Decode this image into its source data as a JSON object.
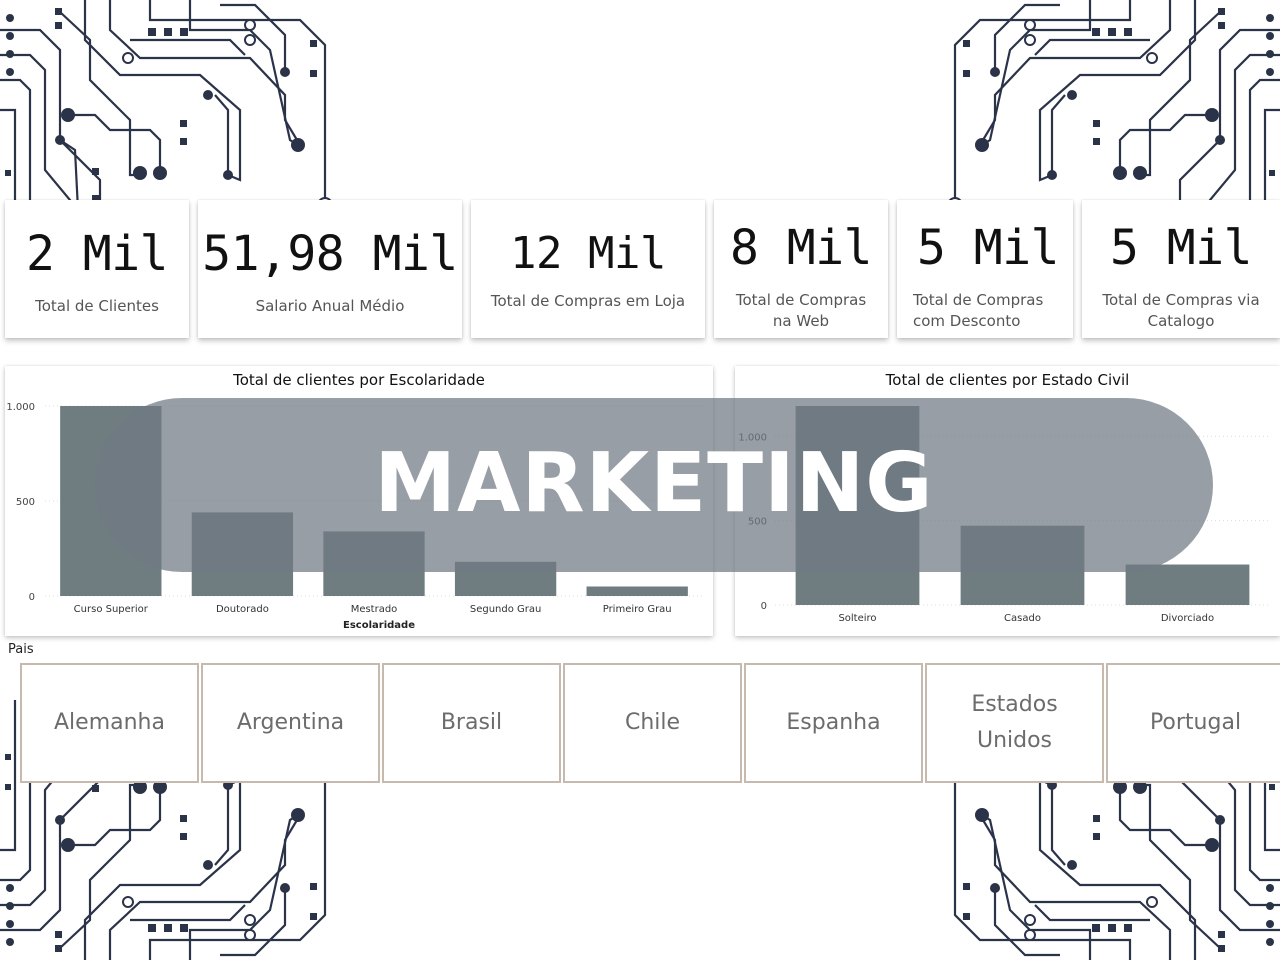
{
  "banner": {
    "title": "MARKETING"
  },
  "kpis": [
    {
      "value": "2 Mil",
      "label": "Total de Clientes"
    },
    {
      "value": "51,98 Mil",
      "label": "Salario Anual Médio"
    },
    {
      "value": "12 Mil",
      "label": "Total de Compras em Loja"
    },
    {
      "value": "8 Mil",
      "label_lines": [
        "Total de Compras",
        "na Web"
      ]
    },
    {
      "value": "5 Mil",
      "label_lines": [
        "Total de Compras",
        "com Desconto"
      ]
    },
    {
      "value": "5 Mil",
      "label_lines": [
        "Total de Compras via",
        "Catalogo"
      ]
    }
  ],
  "chart_data": [
    {
      "type": "bar",
      "title": "Total de clientes por Escolaridade",
      "xlabel": "Escolaridade",
      "ylabel": "",
      "categories": [
        "Curso Superior",
        "Doutorado",
        "Mestrado",
        "Segundo Grau",
        "Primeiro Grau"
      ],
      "values": [
        1000,
        440,
        340,
        180,
        50
      ],
      "y_ticks": [
        "0",
        "500",
        "1.000"
      ],
      "ylim": [
        0,
        1000
      ],
      "grid": true,
      "bar_color": "#6f7d80"
    },
    {
      "type": "bar",
      "title": "Total de clientes por Estado Civil",
      "xlabel": "",
      "ylabel": "",
      "categories": [
        "Solteiro",
        "Casado",
        "Divorciado"
      ],
      "values": [
        1180,
        470,
        240
      ],
      "y_ticks": [
        "0",
        "500",
        "1.000"
      ],
      "ylim": [
        0,
        1180
      ],
      "grid": true,
      "bar_color": "#6f7d80"
    }
  ],
  "slicer": {
    "title": "Pais",
    "countries": [
      [
        "Alemanha"
      ],
      [
        "Argentina"
      ],
      [
        "Brasil"
      ],
      [
        "Chile"
      ],
      [
        "Espanha"
      ],
      [
        "Estados",
        "Unidos"
      ],
      [
        "Portugal"
      ]
    ]
  },
  "colors": {
    "banner": "#707982",
    "bar": "#6f7d80",
    "tile_border": "#c6b9ae",
    "circuit": "#2b3348"
  }
}
